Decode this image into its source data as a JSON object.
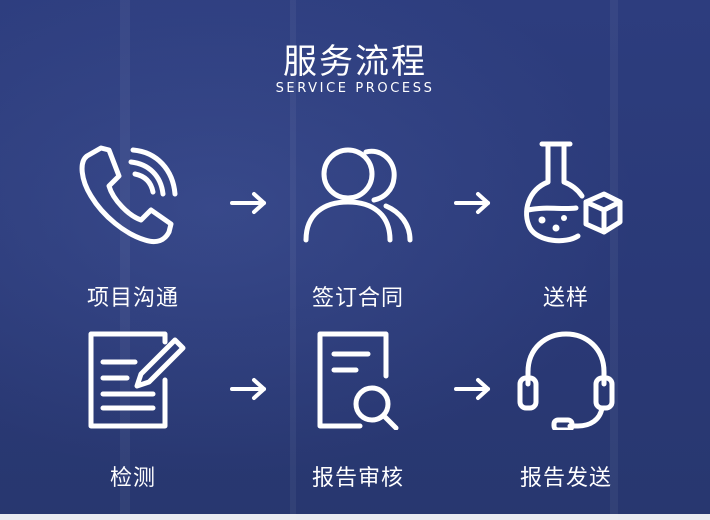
{
  "header": {
    "title": "服务流程",
    "subtitle": "SERVICE PROCESS"
  },
  "steps": [
    {
      "label": "项目沟通",
      "icon": "phone-icon"
    },
    {
      "label": "签订合同",
      "icon": "people-icon"
    },
    {
      "label": "送样",
      "icon": "flask-icon"
    },
    {
      "label": "检测",
      "icon": "document-edit-icon"
    },
    {
      "label": "报告审核",
      "icon": "report-search-icon"
    },
    {
      "label": "报告发送",
      "icon": "headset-icon"
    }
  ],
  "colors": {
    "background": "#2b3a78",
    "foreground": "#ffffff"
  }
}
